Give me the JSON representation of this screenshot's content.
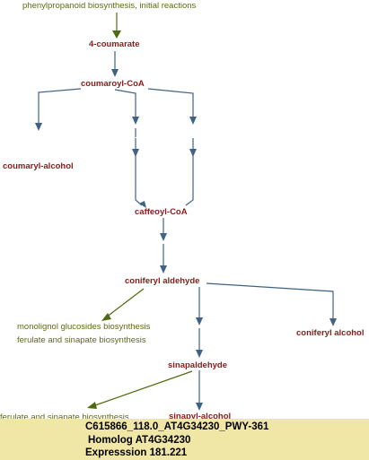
{
  "colors": {
    "blue_arrow": "#3f6286",
    "green_arrow": "#4f6a0a",
    "compound_text": "#8b1a1a",
    "pathway_text": "#5f6a12",
    "info_background": "#f0e6a6"
  },
  "pathways": {
    "top": "phenylpropanoid biosynthesis, initial reactions",
    "monolignol": "monolignol glucosides biosynthesis",
    "ferulate_1": "ferulate and sinapate biosynthesis",
    "ferulate_2": "ferulate and sinapate biosynthesis"
  },
  "compounds": {
    "coumarate": "4-coumarate",
    "coumaroyl_coa": "coumaroyl-CoA",
    "coumaryl_alcohol": "coumaryl-alcohol",
    "caffeoyl_coa": "caffeoyl-CoA",
    "coniferyl_aldehyde": "coniferyl aldehyde",
    "coniferyl_alcohol": "coniferyl alcohol",
    "sinapaldehyde": "sinapaldehyde",
    "sinapyl_alcohol": "sinapyl-alcohol"
  },
  "info": {
    "id_line": "C615866_118.0_AT4G34230_PWY-361",
    "homolog_line": "Homolog AT4G34230",
    "expression_line": "Expresssion 181.221"
  }
}
